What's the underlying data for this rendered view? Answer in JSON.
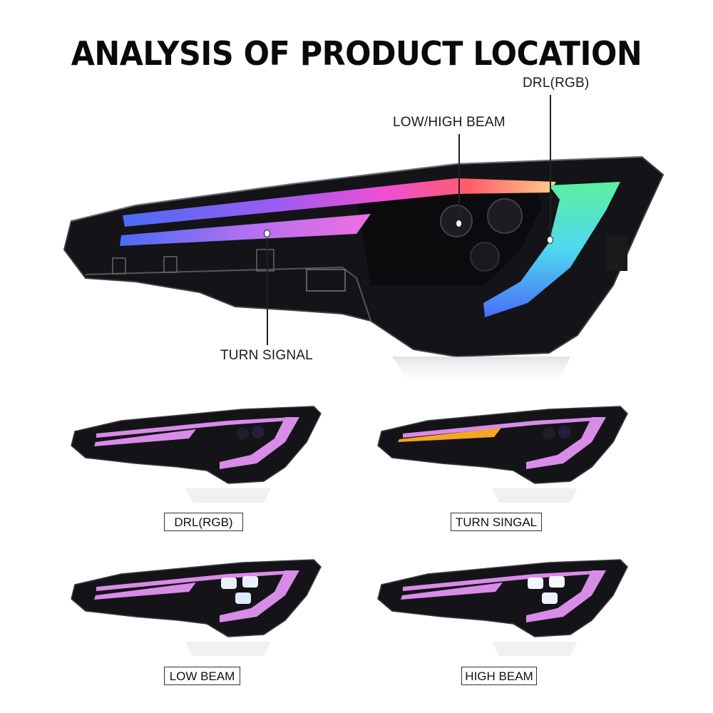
{
  "header": {
    "title": "ANALYSIS OF PRODUCT LOCATION"
  },
  "hero": {
    "callouts": [
      {
        "id": "drl",
        "label": "DRL(RGB)"
      },
      {
        "id": "beam",
        "label": "LOW/HIGH BEAM"
      },
      {
        "id": "turn",
        "label": "TURN SIGNAL"
      }
    ]
  },
  "modes": [
    {
      "label": "DRL(RGB)",
      "bar_color": "#d98be8",
      "lower_bar_color": "#d98be8",
      "beam": "off"
    },
    {
      "label": "TURN SINGAL",
      "bar_color": "#d98be8",
      "lower_bar_color": "#f5a623",
      "beam": "off"
    },
    {
      "label": "LOW BEAM",
      "bar_color": "#d98be8",
      "lower_bar_color": "#d98be8",
      "beam": "on"
    },
    {
      "label": "HIGH BEAM",
      "bar_color": "#d98be8",
      "lower_bar_color": "#d98be8",
      "beam": "on"
    }
  ],
  "colors": {
    "housing": "#141418",
    "rgb_blue": "#4a6cf7",
    "rgb_magenta": "#ee4fd6",
    "rgb_red": "#ff5c6a",
    "rgb_green": "#5cf0a0",
    "rgb_cyan": "#4fd8f0",
    "drl_purple": "#d98be8",
    "turn_amber": "#f5a623"
  }
}
